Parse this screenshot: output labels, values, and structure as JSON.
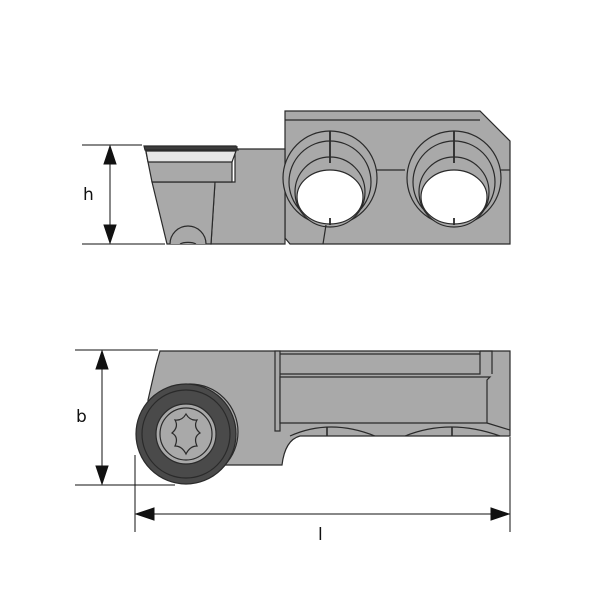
{
  "diagram": {
    "type": "technical-drawing",
    "subject": "cutting tool insert holder / clamp with screw",
    "views": [
      {
        "name": "side-view",
        "dimension_label": "h"
      },
      {
        "name": "top-view",
        "dimension_label": "b"
      }
    ],
    "dimensions": {
      "h": "h",
      "b": "b",
      "l": "l"
    },
    "colors": {
      "body": "#a9a9a9",
      "outline": "#2a2a2a",
      "insert_edge": "#e6e6e6",
      "insert_top": "#3c3c3c",
      "screw_dark": "#4a4a4a",
      "hole": "#ffffff"
    }
  }
}
